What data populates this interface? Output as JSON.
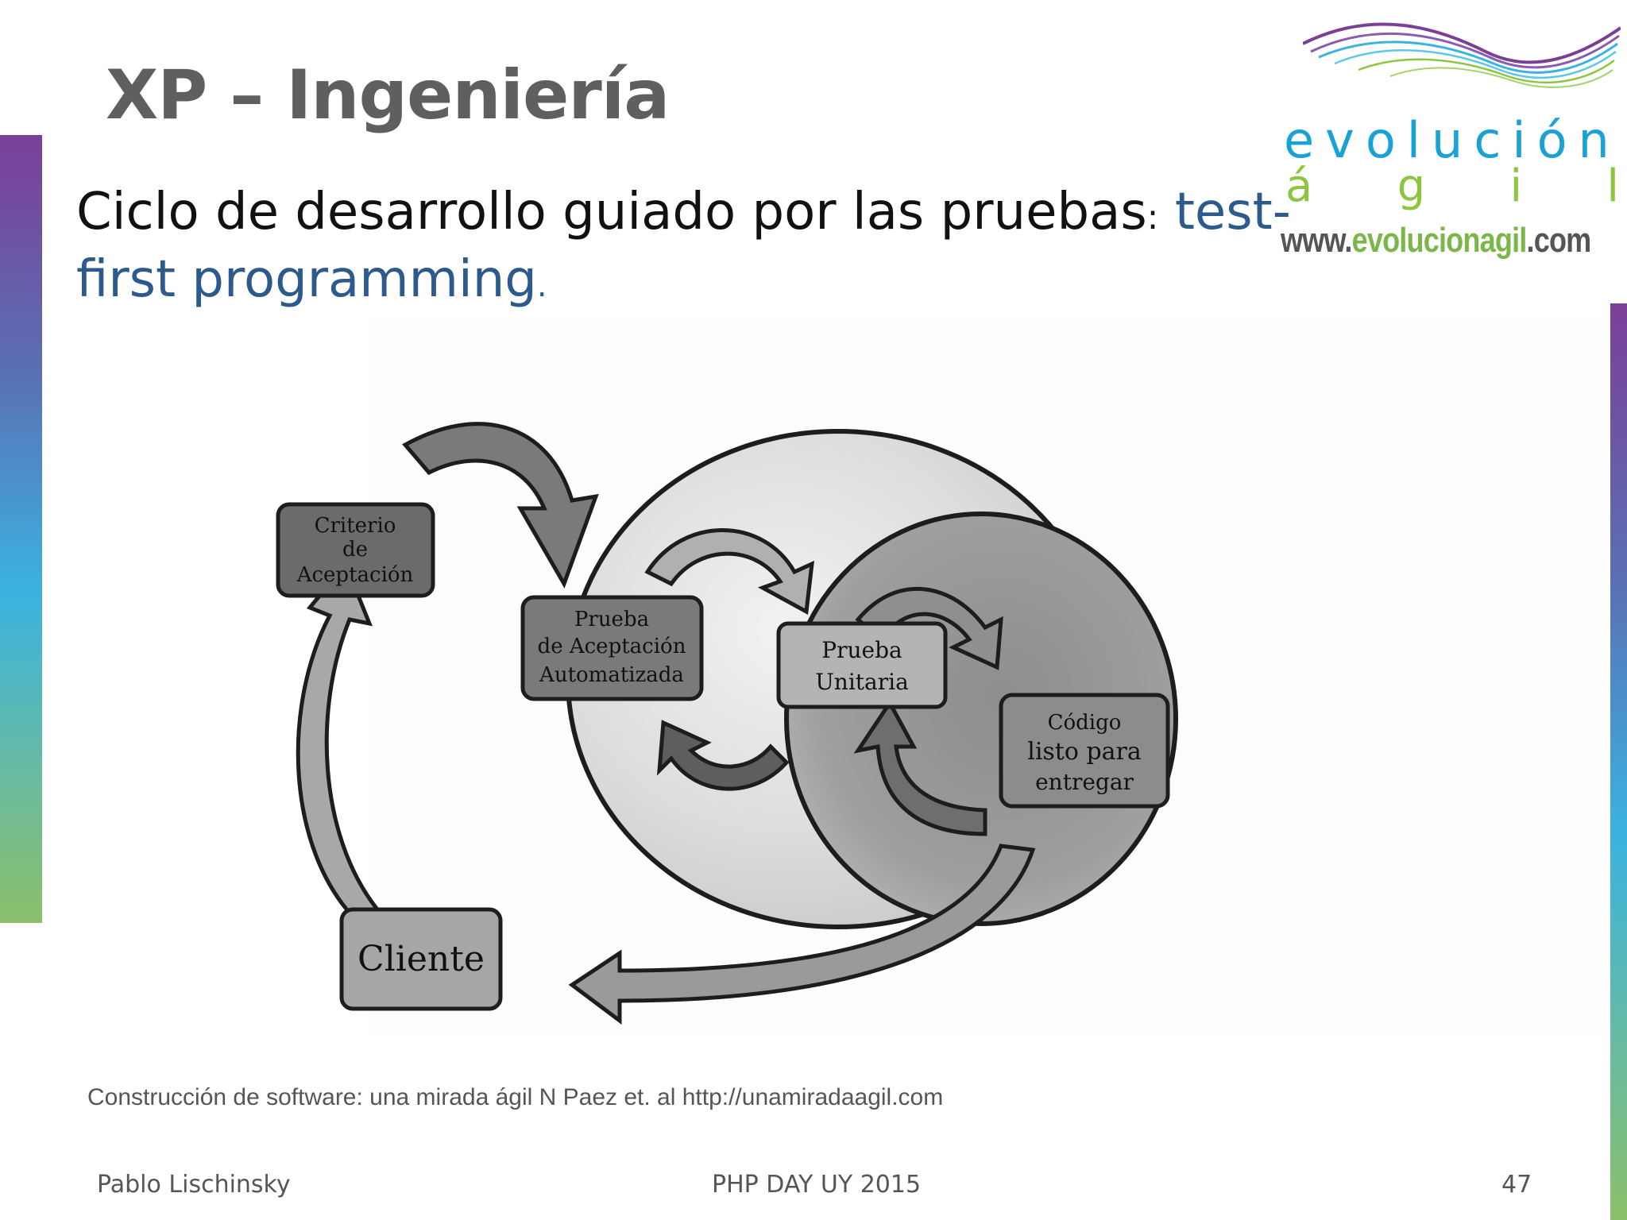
{
  "slide": {
    "title": "XP – Ingeniería",
    "subtitle_main": "Ciclo de desarrollo guiado por las pruebas",
    "subtitle_colon": ":",
    "subtitle_accent": "test-first programming",
    "subtitle_period": ".",
    "caption": "Construcción de software: una mirada ágil N Paez et. al http://unamiradaagil.com"
  },
  "logo": {
    "word1": "evolución",
    "word2_letters": [
      "á",
      "g",
      "i",
      "l"
    ],
    "url_prefix": "www.",
    "url_brand": "evolucionagil",
    "url_suffix": ".com"
  },
  "diagram": {
    "box_criterio": [
      "Criterio",
      "de",
      "Aceptación"
    ],
    "box_prueba_aceptacion": [
      "Prueba",
      "de Aceptación",
      "Automatizada"
    ],
    "box_prueba_unitaria": [
      "Prueba",
      "Unitaria"
    ],
    "box_codigo": [
      "Código",
      "listo para",
      "entregar"
    ],
    "box_cliente": "Cliente"
  },
  "footer": {
    "author": "Pablo Lischinsky",
    "event": "PHP DAY UY 2015",
    "page": "47"
  },
  "colors": {
    "title": "#5f5f5f",
    "accent": "#2d5a8c",
    "logo_blue": "#1aa1d6",
    "logo_green": "#8cc63f",
    "bar_gradient": [
      "#7b3f98",
      "#5a6fb5",
      "#3bb3e0",
      "#8cc06b"
    ]
  }
}
